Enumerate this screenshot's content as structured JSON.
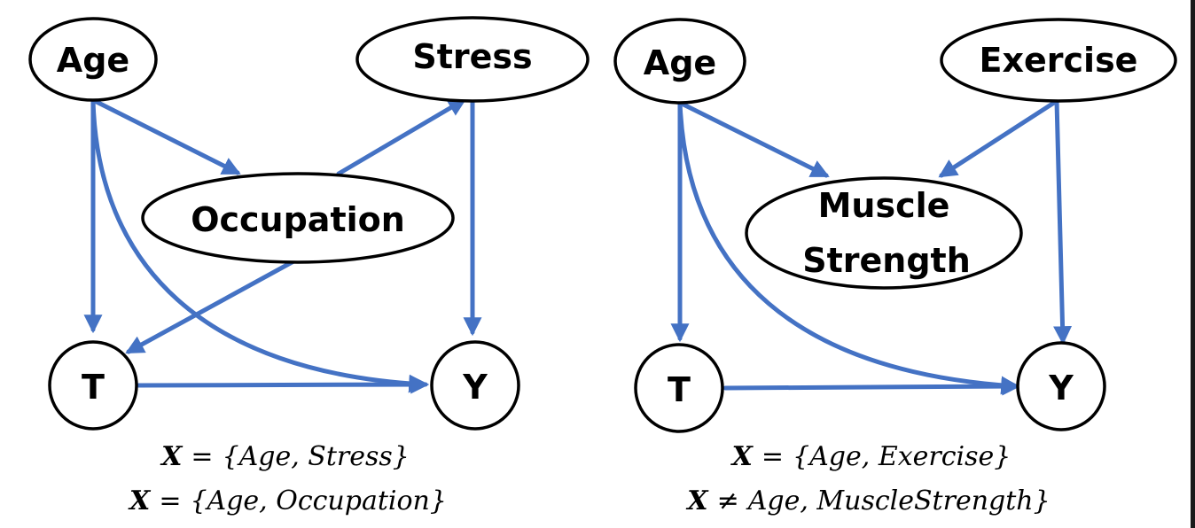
{
  "colors": {
    "edge": "#4472C4",
    "node_stroke": "#000000",
    "node_fill": "#ffffff",
    "frame": "#1a1a1a"
  },
  "diagrams": [
    {
      "nodes": {
        "age": "Age",
        "stress": "Stress",
        "occupation": "Occupation",
        "t": "T",
        "y": "Y"
      },
      "formulas": [
        {
          "lhs": "X",
          "op": "=",
          "rhs": "{Age, Stress}"
        },
        {
          "lhs": "X",
          "op": "=",
          "rhs": "{Age, Occupation}"
        }
      ]
    },
    {
      "nodes": {
        "age": "Age",
        "exercise": "Exercise",
        "muscle_line1": "Muscle",
        "muscle_line2": "Strength",
        "t": "T",
        "y": "Y"
      },
      "formulas": [
        {
          "lhs": "X",
          "op": "=",
          "rhs": "{Age, Exercise}"
        },
        {
          "lhs": "X",
          "op": "≠",
          "rhs": "Age, MuscleStrength}"
        }
      ]
    }
  ]
}
